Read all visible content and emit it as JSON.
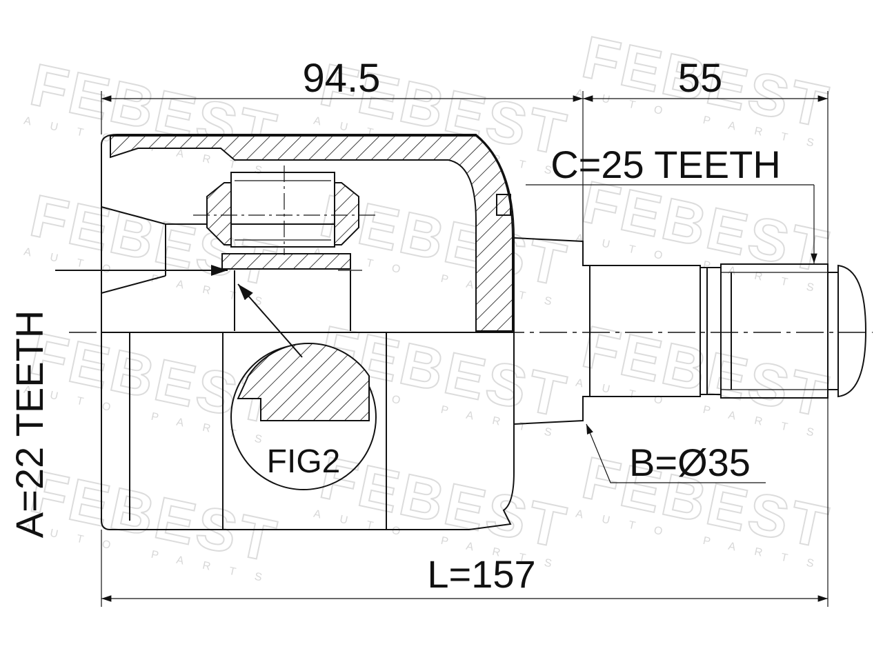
{
  "watermark": {
    "brand": "FEBEST",
    "sub": "AUTO PARTS"
  },
  "dimensions": {
    "housing_length": "94.5",
    "shaft_length": "55",
    "outer_spline": "C=25 TEETH",
    "inner_spline": "A=22 TEETH",
    "seal_diameter": "B=Ø35",
    "total_length": "L=157"
  },
  "detail_label": "FIG2",
  "colors": {
    "line": "#111111",
    "watermark": "#dcdcdc",
    "background": "#ffffff"
  }
}
